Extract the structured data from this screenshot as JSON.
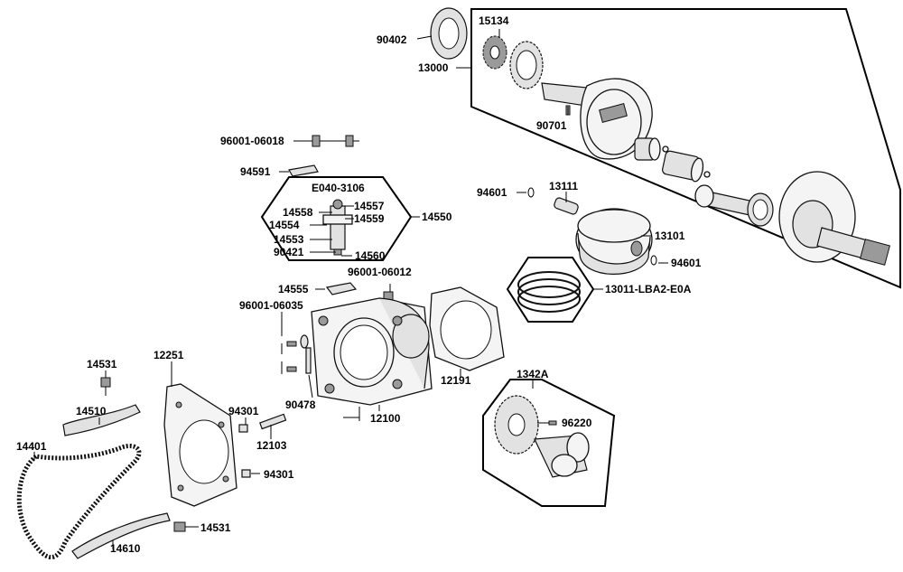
{
  "labels": {
    "l_90402": "90402",
    "l_15134": "15134",
    "l_13000": "13000",
    "l_90701": "90701",
    "l_96001_06018": "96001-06018",
    "l_94591": "94591",
    "l_e040_3106": "E040-3106",
    "l_14557": "14557",
    "l_14558": "14558",
    "l_14559": "14559",
    "l_14554": "14554",
    "l_14553": "14553",
    "l_90421": "90421",
    "l_14560": "14560",
    "l_14550": "14550",
    "l_94601_a": "94601",
    "l_13111": "13111",
    "l_13101": "13101",
    "l_94601_b": "94601",
    "l_14555": "14555",
    "l_96001_06012": "96001-06012",
    "l_13011": "13011-LBA2-E0A",
    "l_96001_06035": "96001-06035",
    "l_14531_a": "14531",
    "l_12251": "12251",
    "l_94301_a": "94301",
    "l_90478": "90478",
    "l_12191": "12191",
    "l_1342a": "1342A",
    "l_14510": "14510",
    "l_12103": "12103",
    "l_12100": "12100",
    "l_96220": "96220",
    "l_14401": "14401",
    "l_94301_b": "94301",
    "l_14531_b": "14531",
    "l_14610": "14610"
  }
}
